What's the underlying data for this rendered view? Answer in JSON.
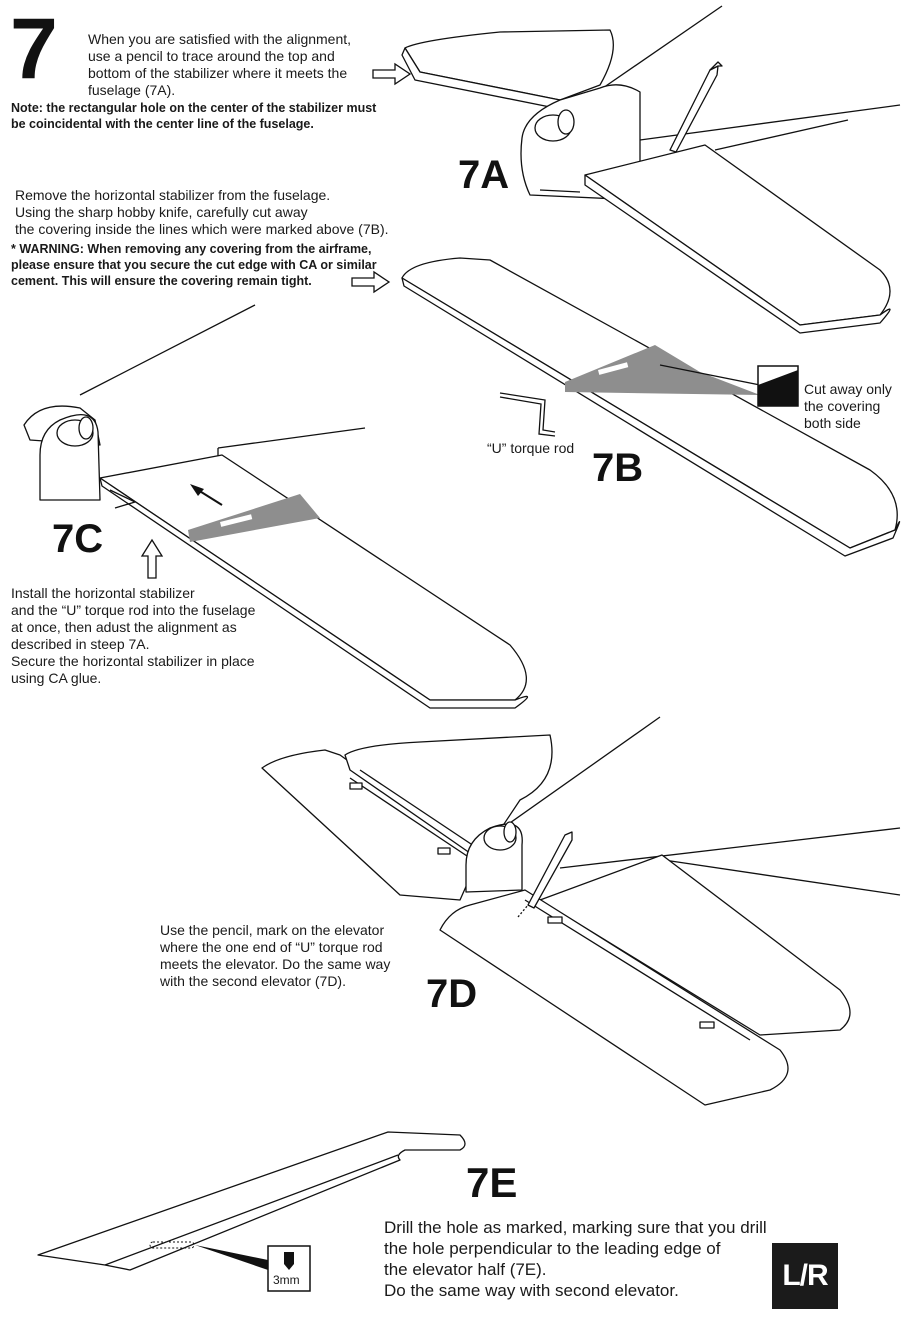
{
  "step_number": "7",
  "step7": {
    "lines": [
      "When you are satisfied with the alignment,",
      "use a pencil to trace around the top and",
      "bottom of the stabilizer where it meets the",
      "fuselage (7A)."
    ],
    "note": [
      "Note: the rectangular hole on the center of the stabilizer must",
      "be coincidental with the center line of the fuselage."
    ]
  },
  "labels": {
    "a": "7A",
    "b": "7B",
    "c": "7C",
    "d": "7D",
    "e": "7E"
  },
  "step7b": {
    "lines": [
      "Remove the horizontal stabilizer from the fuselage.",
      "Using the sharp hobby knife, carefully cut away",
      "the covering inside the lines which were marked above (7B)."
    ],
    "warning": [
      "* WARNING: When removing any covering from the airframe,",
      "please ensure that you secure the cut edge with CA or similar",
      "cement. This will ensure the covering remain tight."
    ],
    "cut_note": [
      "Cut away only",
      "the covering",
      "both side"
    ],
    "torque_rod": "“U” torque rod"
  },
  "step7c": {
    "lines": [
      "Install the horizontal stabilizer",
      "and the “U” torque rod into the fuselage",
      "at once, then adust the alignment as",
      "described in steep 7A.",
      "Secure the horizontal stabilizer in place",
      "using CA glue."
    ]
  },
  "step7d": {
    "lines": [
      "Use the pencil, mark on the elevator",
      "where the one end of “U” torque rod",
      "meets the elevator. Do the same way",
      "with the second elevator (7D)."
    ]
  },
  "step7e": {
    "lines": [
      "Drill the hole as marked, marking sure that you drill",
      "the hole perpendicular to the leading edge of",
      "the elevator half (7E).",
      "Do the same way with second elevator."
    ],
    "drill_size": "3mm"
  },
  "badge": "L/R"
}
